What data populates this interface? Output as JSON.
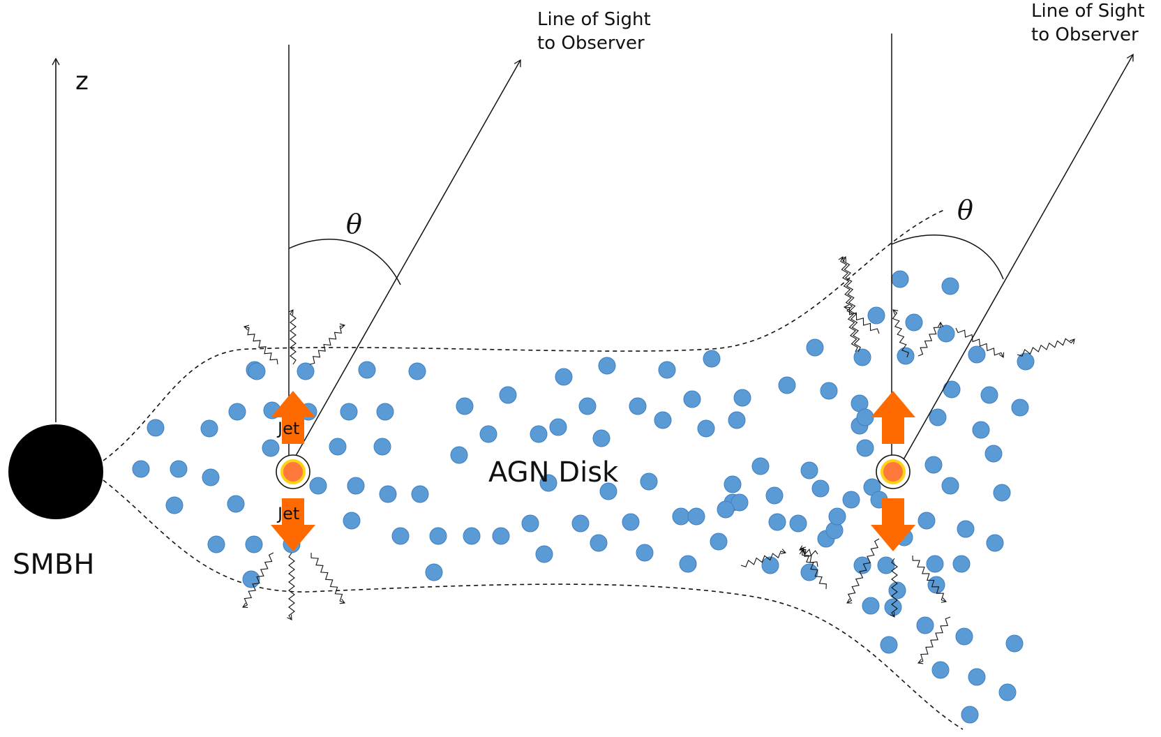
{
  "labels": {
    "z_axis": "z",
    "smbh": "SMBH",
    "disk": "AGN Disk",
    "jet_up": "Jet",
    "jet_down": "Jet",
    "theta_left": "θ",
    "theta_right": "θ",
    "los_left_line1": "Line of Sight",
    "los_left_line2": "to Observer",
    "los_right_line1": "Line of Sight",
    "los_right_line2": "to Observer"
  },
  "colors": {
    "gas_blob": "#5b9bd5",
    "gas_blob_stroke": "#3f7fbf",
    "jet_arrow": "#ff6a00",
    "smbh": "#000000",
    "source_core": "#ff7a3a",
    "source_ring": "#ffd21a"
  },
  "icons": {
    "smbh": "black-hole-disc",
    "source": "embedded-compact-object",
    "photon": "wavy-photon-arrow"
  }
}
